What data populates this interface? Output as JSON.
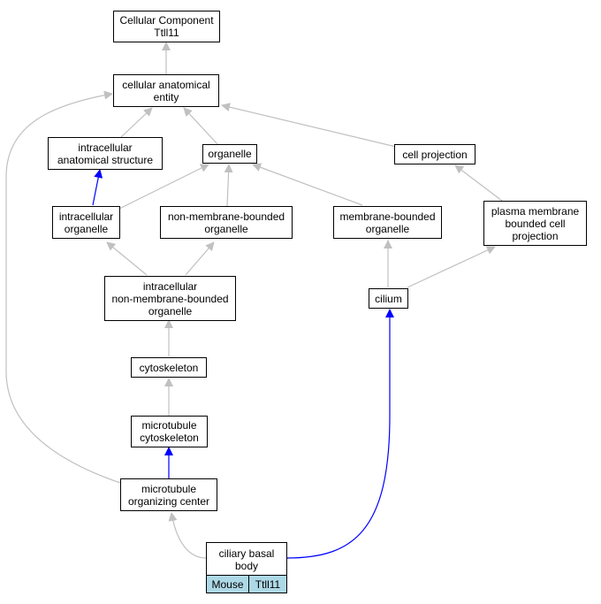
{
  "nodes": {
    "cc_ttll11": "Cellular Component\nTtll11",
    "cellular_anatomical_entity": "cellular anatomical\nentity",
    "intracellular_anatomical_structure": "intracellular\nanatomical structure",
    "organelle": "organelle",
    "cell_projection": "cell projection",
    "intracellular_organelle": "intracellular\norganelle",
    "non_membrane_bounded_organelle": "non-membrane-bounded\norganelle",
    "membrane_bounded_organelle": "membrane-bounded\norganelle",
    "plasma_membrane_bounded_cell_projection": "plasma membrane\nbounded cell\nprojection",
    "intracellular_non_membrane_bounded_organelle": "intracellular\nnon-membrane-bounded\norganelle",
    "cilium": "cilium",
    "cytoskeleton": "cytoskeleton",
    "microtubule_cytoskeleton": "microtubule\ncytoskeleton",
    "microtubule_organizing_center": "microtubule\norganizing center",
    "ciliary_basal_body": "ciliary basal\nbody"
  },
  "annotation": {
    "species": "Mouse",
    "gene": "Ttll11"
  },
  "colors": {
    "is_a_edge": "#c0c0c0",
    "part_of_edge": "#0000ff",
    "annotation_fill": "#add8e6"
  },
  "edges": [
    {
      "from": "cellular_anatomical_entity",
      "to": "cc_ttll11",
      "type": "is_a"
    },
    {
      "from": "intracellular_anatomical_structure",
      "to": "cellular_anatomical_entity",
      "type": "is_a"
    },
    {
      "from": "organelle",
      "to": "cellular_anatomical_entity",
      "type": "is_a"
    },
    {
      "from": "cell_projection",
      "to": "cellular_anatomical_entity",
      "type": "is_a"
    },
    {
      "from": "microtubule_organizing_center",
      "to": "cellular_anatomical_entity",
      "type": "is_a"
    },
    {
      "from": "intracellular_organelle",
      "to": "intracellular_anatomical_structure",
      "type": "part_of"
    },
    {
      "from": "intracellular_organelle",
      "to": "organelle",
      "type": "is_a"
    },
    {
      "from": "non_membrane_bounded_organelle",
      "to": "organelle",
      "type": "is_a"
    },
    {
      "from": "membrane_bounded_organelle",
      "to": "organelle",
      "type": "is_a"
    },
    {
      "from": "plasma_membrane_bounded_cell_projection",
      "to": "cell_projection",
      "type": "is_a"
    },
    {
      "from": "intracellular_non_membrane_bounded_organelle",
      "to": "intracellular_organelle",
      "type": "is_a"
    },
    {
      "from": "intracellular_non_membrane_bounded_organelle",
      "to": "non_membrane_bounded_organelle",
      "type": "is_a"
    },
    {
      "from": "cilium",
      "to": "membrane_bounded_organelle",
      "type": "is_a"
    },
    {
      "from": "cilium",
      "to": "plasma_membrane_bounded_cell_projection",
      "type": "is_a"
    },
    {
      "from": "cytoskeleton",
      "to": "intracellular_non_membrane_bounded_organelle",
      "type": "is_a"
    },
    {
      "from": "microtubule_cytoskeleton",
      "to": "cytoskeleton",
      "type": "is_a"
    },
    {
      "from": "microtubule_organizing_center",
      "to": "microtubule_cytoskeleton",
      "type": "part_of"
    },
    {
      "from": "ciliary_basal_body",
      "to": "microtubule_organizing_center",
      "type": "is_a"
    },
    {
      "from": "ciliary_basal_body",
      "to": "cilium",
      "type": "part_of"
    }
  ]
}
